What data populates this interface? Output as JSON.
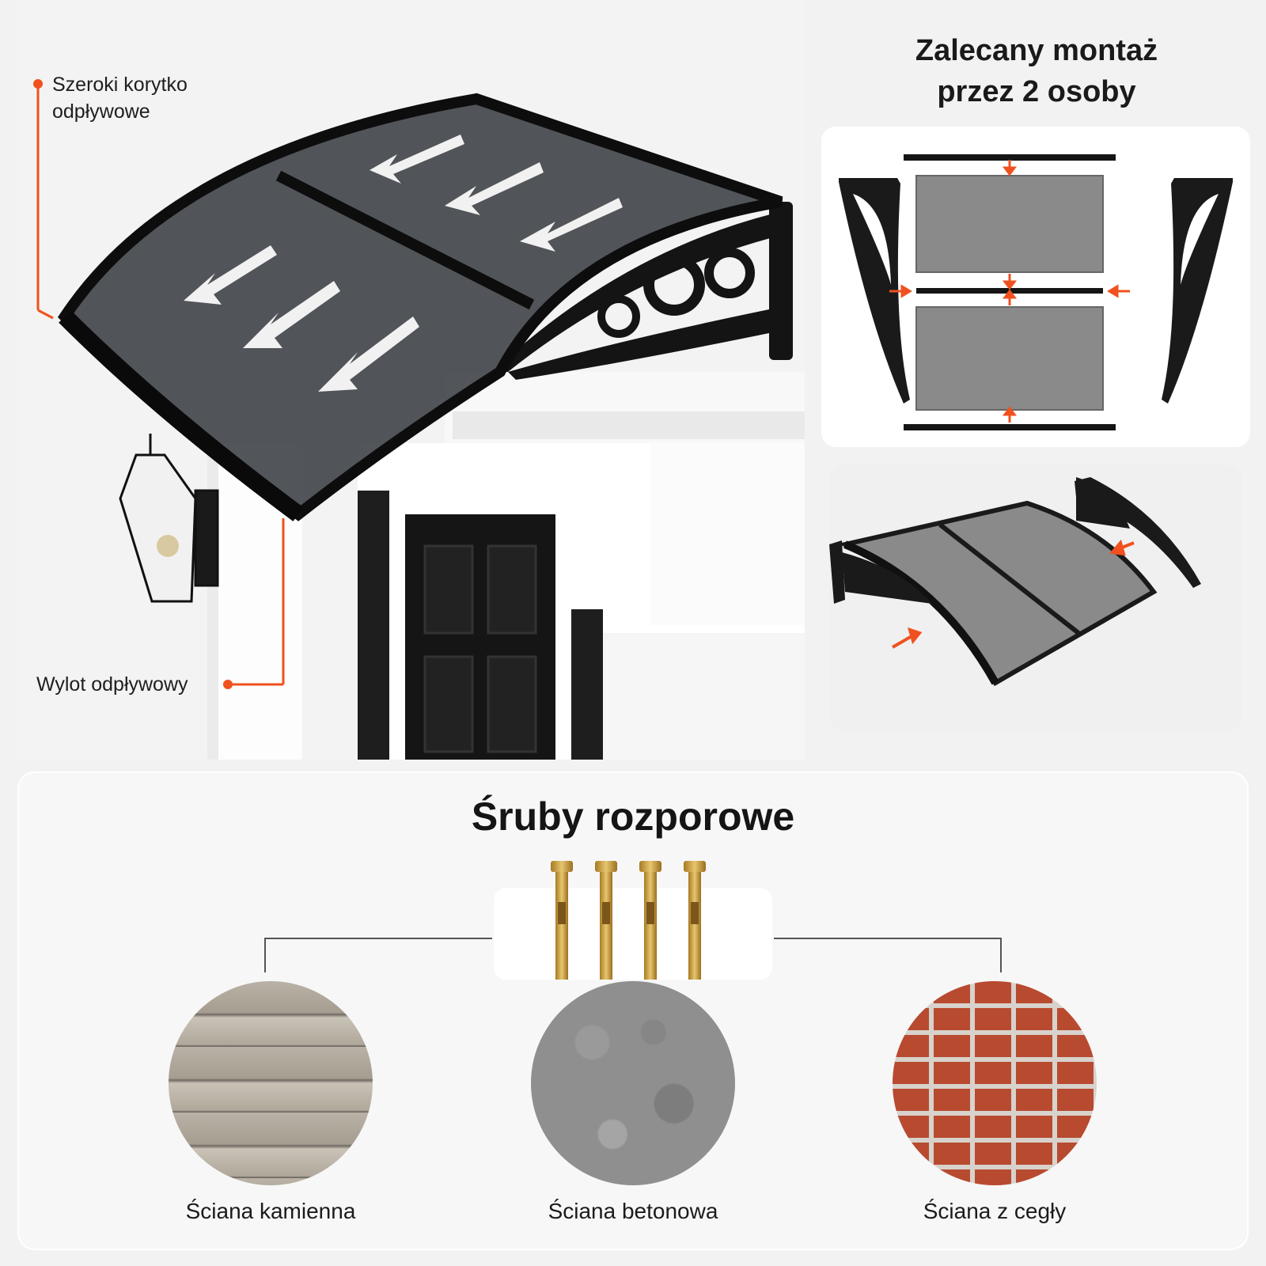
{
  "callouts": {
    "gutter": "Szeroki korytko\nodpływowe",
    "gutter_line1": "Szeroki korytko",
    "gutter_line2": "odpływowe",
    "outlet": "Wylot odpływowy"
  },
  "assembly": {
    "title_line1": "Zalecany montaż",
    "title_line2": "przez 2 osoby"
  },
  "bolts": {
    "title": "Śruby rozporowe",
    "count": 4
  },
  "walls": [
    {
      "label": "Ściana kamienna"
    },
    {
      "label": "Ściana betonowa"
    },
    {
      "label": "Ściana z cegły"
    }
  ],
  "colors": {
    "accent": "#f0511e",
    "frame": "#1a1a1a",
    "panel_bg": "#ffffff",
    "page_bg": "#f2f2f2"
  }
}
